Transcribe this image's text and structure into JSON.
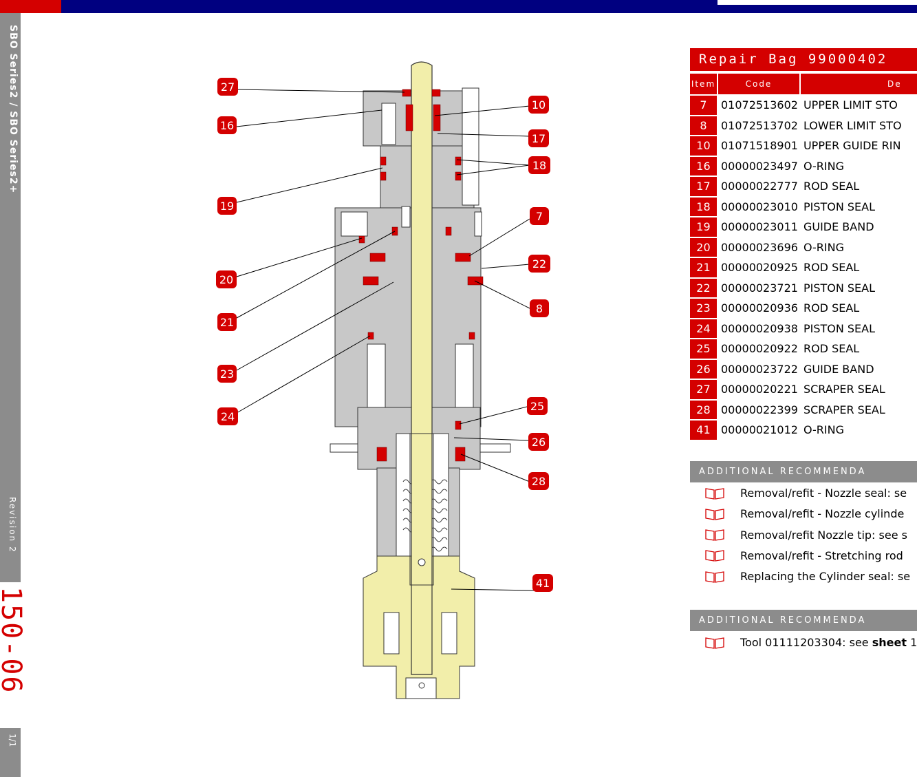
{
  "sidebar": {
    "title": "SBO Series2 / SBO Series2+",
    "revision": "Revision 2",
    "page_code": "150-06",
    "page_fraction": "1/1"
  },
  "repair_bag": {
    "title": "Repair Bag 99000402",
    "columns": [
      "Item",
      "Code",
      "De"
    ],
    "rows": [
      {
        "item": "7",
        "code": "01072513602",
        "desc": "UPPER LIMIT STO"
      },
      {
        "item": "8",
        "code": "01072513702",
        "desc": "LOWER LIMIT STO"
      },
      {
        "item": "10",
        "code": "01071518901",
        "desc": "UPPER GUIDE RIN"
      },
      {
        "item": "16",
        "code": "00000023497",
        "desc": "O-RING"
      },
      {
        "item": "17",
        "code": "00000022777",
        "desc": "ROD SEAL"
      },
      {
        "item": "18",
        "code": "00000023010",
        "desc": "PISTON SEAL"
      },
      {
        "item": "19",
        "code": "00000023011",
        "desc": "GUIDE BAND"
      },
      {
        "item": "20",
        "code": "00000023696",
        "desc": "O-RING"
      },
      {
        "item": "21",
        "code": "00000020925",
        "desc": "ROD SEAL"
      },
      {
        "item": "22",
        "code": "00000023721",
        "desc": "PISTON SEAL"
      },
      {
        "item": "23",
        "code": "00000020936",
        "desc": "ROD SEAL"
      },
      {
        "item": "24",
        "code": "00000020938",
        "desc": "PISTON SEAL"
      },
      {
        "item": "25",
        "code": "00000020922",
        "desc": "ROD SEAL"
      },
      {
        "item": "26",
        "code": "00000023722",
        "desc": "GUIDE BAND"
      },
      {
        "item": "27",
        "code": "00000020221",
        "desc": "SCRAPER SEAL"
      },
      {
        "item": "28",
        "code": "00000022399",
        "desc": "SCRAPER SEAL"
      },
      {
        "item": "41",
        "code": "00000021012",
        "desc": "O-RING"
      }
    ]
  },
  "recommendations_1": {
    "title": "ADDITIONAL RECOMMENDA",
    "items": [
      "Removal/refit - Nozzle seal: se",
      "Removal/refit - Nozzle cylinde",
      "Removal/refit Nozzle tip: see s",
      "Removal/refit - Stretching rod",
      "Replacing the Cylinder seal: se"
    ]
  },
  "recommendations_2": {
    "title": "ADDITIONAL RECOMMENDA",
    "item_prefix": "Tool 01111203304: see ",
    "item_bold": "sheet",
    "item_suffix": " 1"
  },
  "callouts": [
    "27",
    "16",
    "19",
    "20",
    "21",
    "23",
    "24",
    "10",
    "17",
    "18",
    "7",
    "22",
    "8",
    "25",
    "26",
    "28",
    "41"
  ],
  "colors": {
    "accent_red": "#d40000",
    "header_blue": "#000080",
    "sidebar_gray": "#8c8c8c",
    "body_gray": "#c8c8c8",
    "brass": "#f2eeaa"
  }
}
